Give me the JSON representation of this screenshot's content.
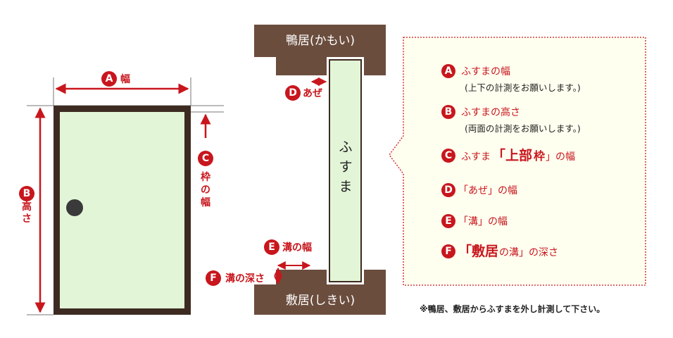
{
  "door": {
    "label_a": "幅",
    "label_b": "高さ",
    "label_c": "枠の幅"
  },
  "cross_section": {
    "top_beam": "鴨居(かもい)",
    "bottom_beam": "敷居(しきい)",
    "panel": "ふすま",
    "label_d": "あぜ",
    "label_e": "溝の幅",
    "label_f": "溝の深さ"
  },
  "badges": {
    "a": "A",
    "b": "B",
    "c": "C",
    "d": "D",
    "e": "E",
    "f": "F"
  },
  "legend": {
    "a_main": "ふすまの幅",
    "a_sub": "(上下の計測をお願いします。)",
    "b_main": "ふすまの高さ",
    "b_sub": "(両面の計測をお願いします。)",
    "c_pre": "ふすま",
    "c_big": "「上部",
    "c_mid": "枠",
    "c_post": "」の幅",
    "d_text": "「あぜ」の幅",
    "e_text": "「溝」の幅",
    "f_big": "「敷居",
    "f_post": "の溝」の深さ"
  },
  "note": "※鴨居、敷居からふすまを外し計測して下さい。",
  "colors": {
    "accent_red": "#c8161d",
    "beam_brown": "#6b4d3e",
    "panel_green": "#e3f5d7",
    "legend_bg": "#fffff0"
  }
}
